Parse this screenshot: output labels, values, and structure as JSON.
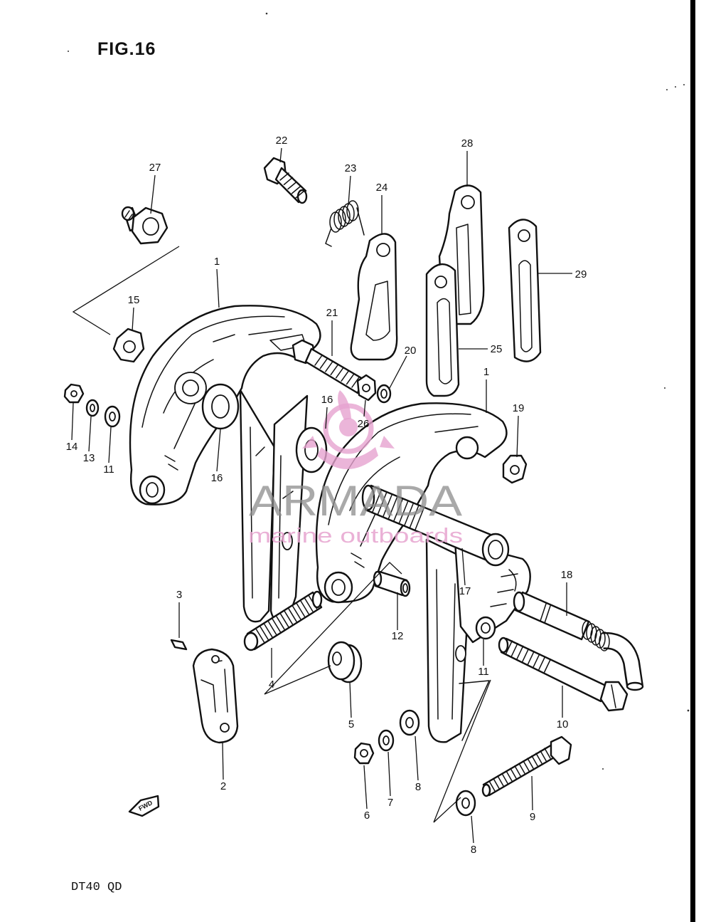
{
  "figure": {
    "title": "FIG.16",
    "model": "DT40 QD"
  },
  "callouts": [
    "27",
    "22",
    "23",
    "24",
    "28",
    "29",
    "1",
    "15",
    "21",
    "20",
    "25",
    "1",
    "16",
    "26",
    "19",
    "14",
    "13",
    "11",
    "16",
    "17",
    "18",
    "3",
    "12",
    "11",
    "4",
    "5",
    "10",
    "2",
    "6",
    "7",
    "8",
    "9",
    "8"
  ],
  "fwd_label": "FWD",
  "watermark": {
    "brand": "ARMADA",
    "tagline": "marine outboards"
  },
  "colors": {
    "ink": "#111111",
    "paper": "#ffffff",
    "watermark_pink": "#e6a3cf",
    "watermark_grey": "#8c8c8c"
  }
}
